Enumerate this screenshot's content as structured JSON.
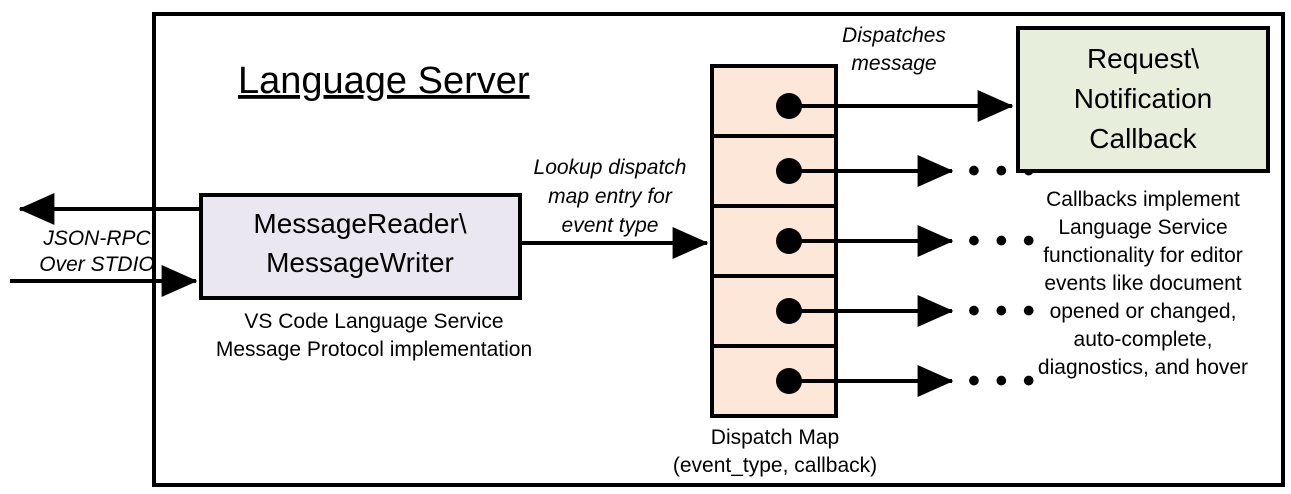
{
  "diagram": {
    "title": "Language Server",
    "external_channel": {
      "label_line1": "JSON-RPC",
      "label_line2": "Over STDIO"
    },
    "reader_writer_box": {
      "line1": "MessageReader\\",
      "line2": "MessageWriter",
      "caption_line1": "VS Code Language Service",
      "caption_line2": "Message Protocol implementation",
      "fill": "#ebe7f0"
    },
    "lookup_edge": {
      "line1": "Lookup dispatch",
      "line2": "map entry for",
      "line3": "event type"
    },
    "dispatch_map": {
      "caption_line1": "Dispatch Map",
      "caption_line2": "(event_type, callback)",
      "fill": "#fce7d8",
      "rows": [
        {
          "id": "row-1",
          "target": "callback"
        },
        {
          "id": "row-2",
          "target": "ellipsis"
        },
        {
          "id": "row-3",
          "target": "ellipsis"
        },
        {
          "id": "row-4",
          "target": "ellipsis"
        },
        {
          "id": "row-5",
          "target": "ellipsis"
        }
      ],
      "ellipsis": "• • •"
    },
    "dispatch_edge": {
      "line1": "Dispatches",
      "line2": "message"
    },
    "callback_box": {
      "line1": "Request\\",
      "line2": "Notification",
      "line3": "Callback",
      "fill": "#e7efdc"
    },
    "callback_description": {
      "line1": "Callbacks implement",
      "line2": "Language Service",
      "line3": "functionality for editor",
      "line4": "events like document",
      "line5": "opened or changed,",
      "line6": "auto-complete,",
      "line7": "diagnostics, and hover"
    }
  }
}
